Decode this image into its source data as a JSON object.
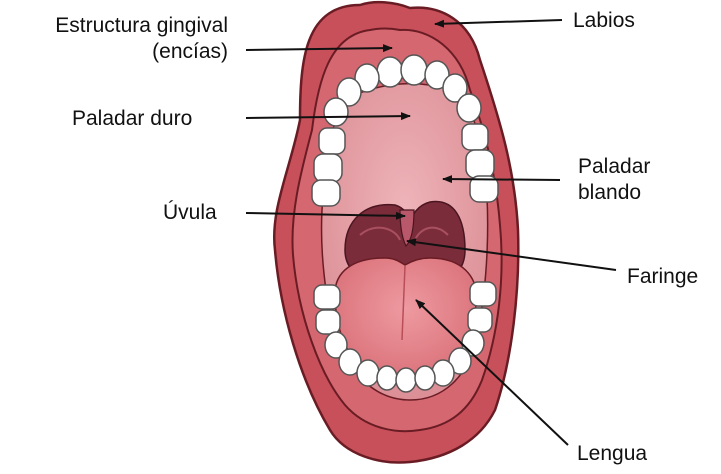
{
  "labels": {
    "estructura_gingival_line1": "Estructura gingival",
    "estructura_gingival_line2": "(encías)",
    "paladar_duro": "Paladar duro",
    "uvula": "Úvula",
    "labios": "Labios",
    "paladar_blando_line1": "Paladar",
    "paladar_blando_line2": "blando",
    "faringe": "Faringe",
    "lengua": "Lengua"
  },
  "colors": {
    "lips": "#c8505a",
    "lip_shadow": "#a83a46",
    "palate": "#e8a2a8",
    "throat": "#7a2c3a",
    "tongue": "#e47f86",
    "teeth": "#ffffff",
    "line": "#111111"
  }
}
